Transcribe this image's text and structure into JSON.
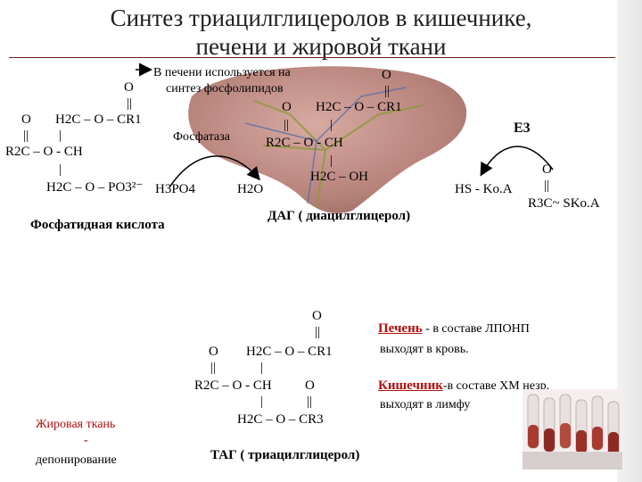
{
  "title_line1": "Синтез триацилглицеролов в кишечнике,",
  "title_line2": "печени и жировой ткани",
  "note_line1": "В печени используется на",
  "note_line2": "синтез фосфолипидов",
  "enzyme_phosphatase": "Фосфатаза",
  "enzyme_e3": "Е3",
  "pa": {
    "o_top": "O",
    "dbl_top": "||",
    "o_left": "O",
    "row1": "H2C – O – CR1",
    "dbl_left": "||",
    "bar1": "|",
    "row2": "R2C – O - CH",
    "bar2": "|",
    "row3": "H2C – O – PO3²⁻",
    "name": "Фосфатидная кислота"
  },
  "h3po4": "H3PO4",
  "h2o": "H2O",
  "dag": {
    "o_top": "O",
    "dbl_top": "||",
    "o_left": "O",
    "row1": "H2C – O – CR1",
    "dbl_left": "||",
    "bar1": "|",
    "row2": "R2C – O - CH",
    "bar2": "|",
    "row3": "H2C – OH",
    "name": "ДАГ ( диацилглицерол)"
  },
  "hskoa": "HS - Ko.A",
  "acyl": {
    "o": "O",
    "dbl": "||",
    "row": "R3C~ SKo.A"
  },
  "tag": {
    "o_top": "O",
    "dbl_top": "||",
    "o_left": "O",
    "row1": "H2C – O – CR1",
    "dbl_left": "||",
    "bar1": "|",
    "row2": "R2C – O - CH",
    "o_right": "O",
    "bar2": "|",
    "dbl_right": "||",
    "row3": "H2C – O – CR3",
    "name": "ТАГ ( триацилглицерол)"
  },
  "liver_text": {
    "head": "Печень",
    "rest": " - в составе  ЛПОНП",
    "line2": "выходят в кровь."
  },
  "intestine_text": {
    "head": "Кишечник",
    "rest": "-в составе ХМ незр.",
    "line2": "выходят в лимфу"
  },
  "adipose": {
    "line1": "Жировая ткань",
    "line2": "-",
    "line3": "депонирование"
  },
  "colors": {
    "accent_red": "#b01010",
    "liver": "#b6827a",
    "rule": "#7a1a1a"
  }
}
